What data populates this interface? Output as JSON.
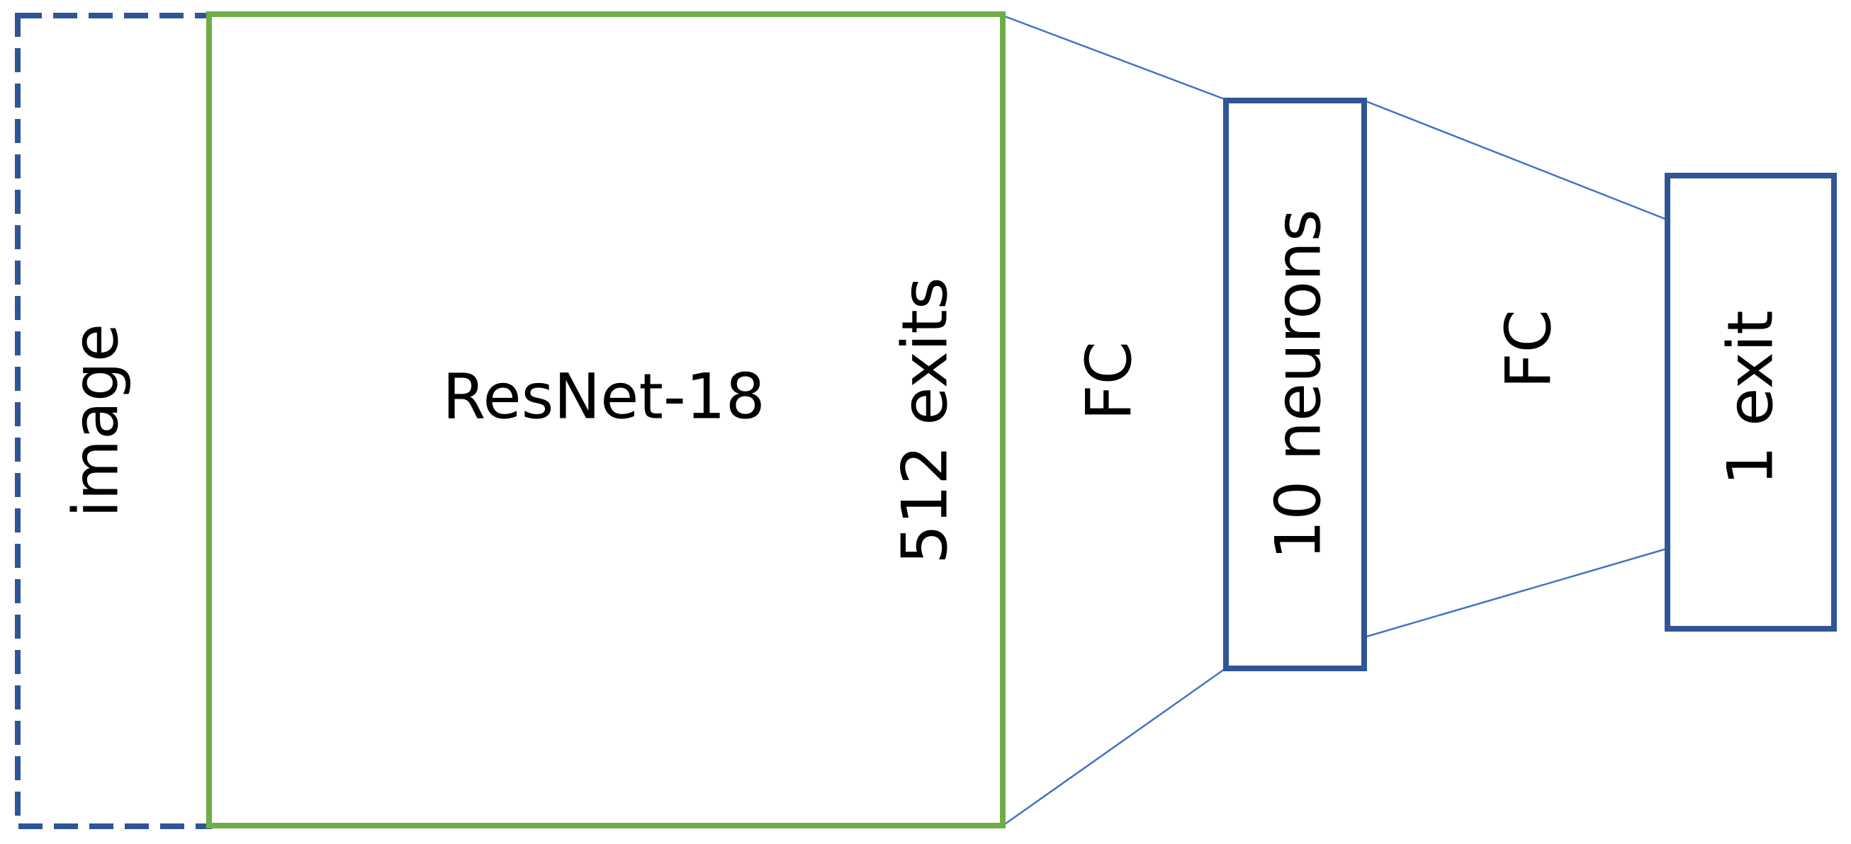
{
  "diagram": {
    "input": {
      "label": "image"
    },
    "backbone": {
      "label": "ResNet-18",
      "output_label": "512 exits"
    },
    "fc1": {
      "label": "FC"
    },
    "hidden": {
      "label": "10 neurons"
    },
    "fc2": {
      "label": "FC"
    },
    "output": {
      "label": "1 exit"
    }
  },
  "colors": {
    "input_border": "#2F5597",
    "backbone_border": "#70AD47",
    "layer_border": "#2F5597",
    "connector": "#4472C4",
    "text": "#000000"
  }
}
